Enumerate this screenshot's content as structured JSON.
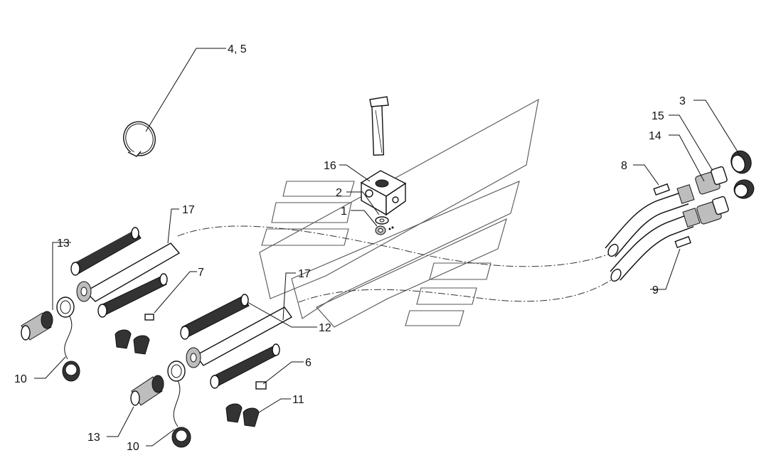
{
  "callouts": [
    {
      "id": "c45",
      "text": "4, 5"
    },
    {
      "id": "c3",
      "text": "3"
    },
    {
      "id": "c15",
      "text": "15"
    },
    {
      "id": "c14",
      "text": "14"
    },
    {
      "id": "c16",
      "text": "16"
    },
    {
      "id": "c8",
      "text": "8"
    },
    {
      "id": "c2",
      "text": "2"
    },
    {
      "id": "c1",
      "text": "1"
    },
    {
      "id": "c17a",
      "text": "17"
    },
    {
      "id": "c13a",
      "text": "13"
    },
    {
      "id": "c7",
      "text": "7"
    },
    {
      "id": "c17b",
      "text": "17"
    },
    {
      "id": "c9",
      "text": "9"
    },
    {
      "id": "c12",
      "text": "12"
    },
    {
      "id": "c6",
      "text": "6"
    },
    {
      "id": "c10a",
      "text": "10"
    },
    {
      "id": "c11",
      "text": "11"
    },
    {
      "id": "c13b",
      "text": "13"
    },
    {
      "id": "c10b",
      "text": "10"
    }
  ]
}
